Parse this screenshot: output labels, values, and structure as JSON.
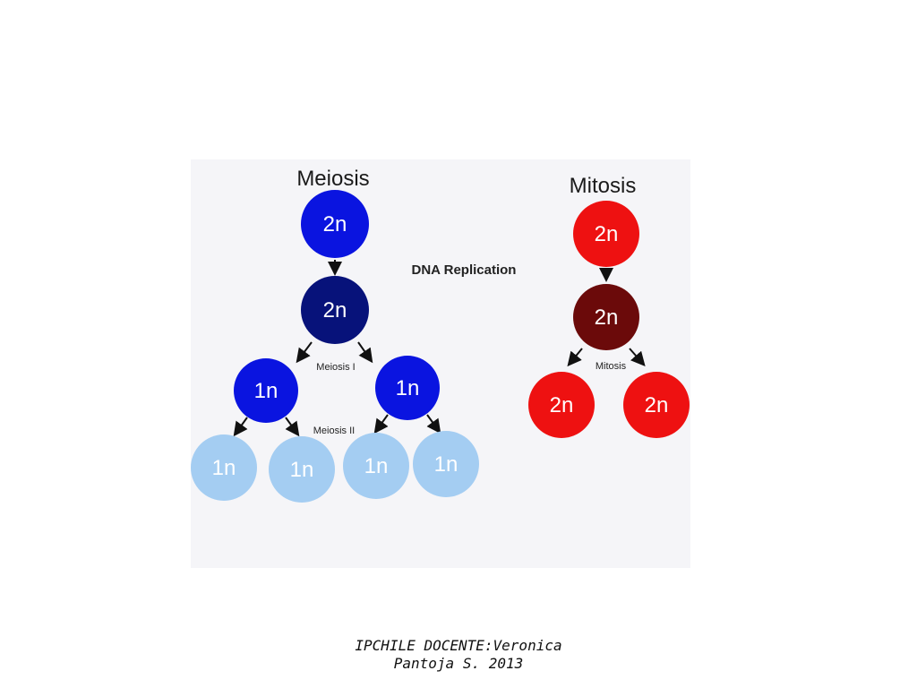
{
  "meiosis": {
    "title": "Meiosis",
    "parent_cell": {
      "label": "2n",
      "color": "#0a14e0"
    },
    "replicated_cell": {
      "label": "2n",
      "color": "#07127a"
    },
    "meiosis_i_label": "Meiosis I",
    "meiosis_ii_label": "Meiosis II",
    "first_division_cells": [
      {
        "label": "1n",
        "color": "#0a14e0"
      },
      {
        "label": "1n",
        "color": "#0a14e0"
      }
    ],
    "gametes": [
      {
        "label": "1n",
        "color": "#a4cdf2"
      },
      {
        "label": "1n",
        "color": "#a4cdf2"
      },
      {
        "label": "1n",
        "color": "#a4cdf2"
      },
      {
        "label": "1n",
        "color": "#a4cdf2"
      }
    ]
  },
  "dna_replication_label": "DNA Replication",
  "mitosis": {
    "title": "Mitosis",
    "parent_cell": {
      "label": "2n",
      "color": "#ee1111"
    },
    "replicated_cell": {
      "label": "2n",
      "color": "#6b0a0a"
    },
    "mitosis_label": "Mitosis",
    "daughter_cells": [
      {
        "label": "2n",
        "color": "#ee1111"
      },
      {
        "label": "2n",
        "color": "#ee1111"
      }
    ]
  },
  "footer": {
    "line1": "IPCHILE  DOCENTE:Veronica",
    "line2": "Pantoja S. 2013"
  }
}
